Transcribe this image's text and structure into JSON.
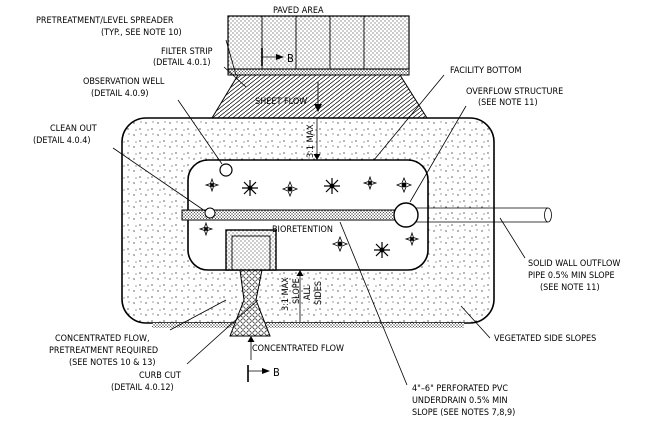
{
  "labels": {
    "paved_area": "PAVED AREA",
    "pretreatment_1": "PRETREATMENT/LEVEL SPREADER",
    "pretreatment_2": "(TYP., SEE NOTE 10)",
    "filter_strip_1": "FILTER STRIP",
    "filter_strip_2": "(DETAIL 4.0.1)",
    "observation_well_1": "OBSERVATION WELL",
    "observation_well_2": "(DETAIL 4.0.9)",
    "clean_out_1": "CLEAN OUT",
    "clean_out_2": "(DETAIL 4.0.4)",
    "sheet_flow": "SHEET FLOW",
    "side_slope_top": "3:1 MAX",
    "facility_bottom": "FACILITY BOTTOM",
    "overflow_1": "OVERFLOW STRUCTURE",
    "overflow_2": "(SEE NOTE 11)",
    "bioretention": "BIORETENTION",
    "side_slope_1": "3:1 MAX",
    "side_slope_2": "SLOPE",
    "side_slope_3": "ALL",
    "side_slope_4": "SIDES",
    "outfall_1": "SOLID WALL OUTFLOW",
    "outfall_2": "PIPE 0.5% MIN SLOPE",
    "outfall_3": "(SEE NOTE 11)",
    "vegetated_slopes": "VEGETATED SIDE SLOPES",
    "conc_flow_pre_1": "CONCENTRATED FLOW,",
    "conc_flow_pre_2": "PRETREATMENT REQUIRED",
    "conc_flow_pre_3": "(SEE NOTES 10 & 13)",
    "concentrated_flow": "CONCENTRATED FLOW",
    "curb_cut_1": "CURB CUT",
    "curb_cut_2": "(DETAIL 4.0.12)",
    "underdrain_1": "4\"–6\" PERFORATED PVC",
    "underdrain_2": "UNDERDRAIN 0.5% MIN",
    "underdrain_3": "SLOPE (SEE NOTES 7,8,9)",
    "section_b": "B"
  },
  "colors": {
    "line": "#000000",
    "background": "#ffffff"
  }
}
